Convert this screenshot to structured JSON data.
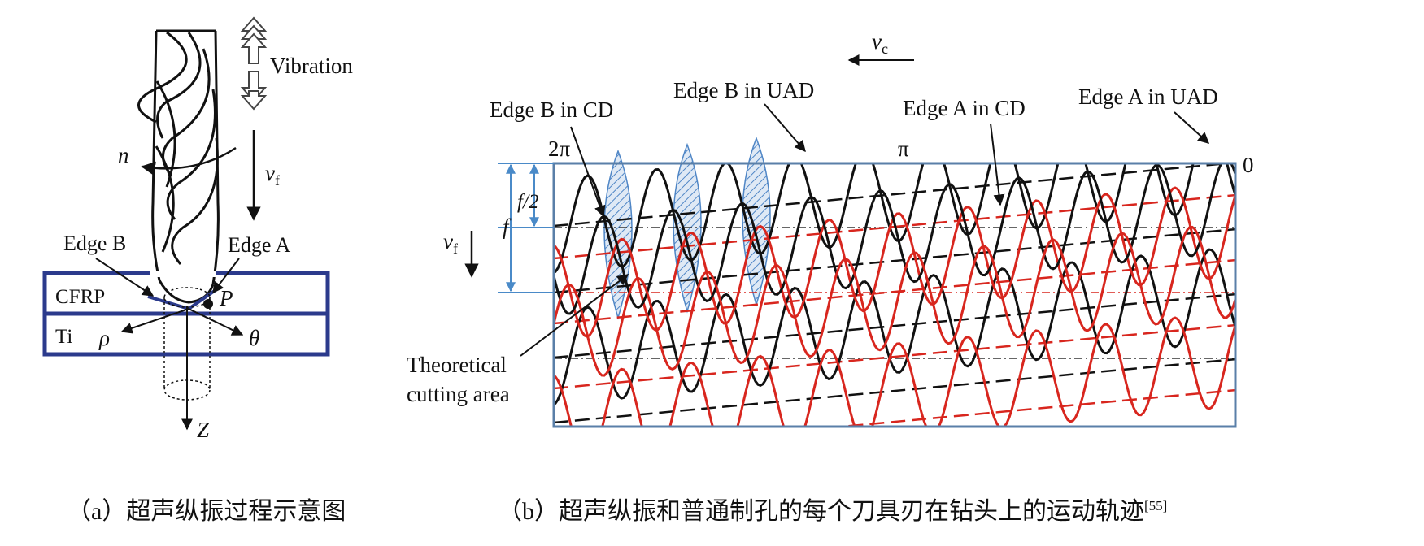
{
  "panel_a": {
    "vibration": "Vibration",
    "vf": "v",
    "vf_sub": "f",
    "n": "n",
    "edge_b": "Edge B",
    "edge_a": "Edge A",
    "cfrp": "CFRP",
    "ti": "Ti",
    "p": "P",
    "rho": "ρ",
    "theta": "θ",
    "z": "Z",
    "caption": "（a）超声纵振过程示意图"
  },
  "panel_b": {
    "vc": "v",
    "vc_sub": "c",
    "vf": "v",
    "vf_sub": "f",
    "edge_b_cd": "Edge B in CD",
    "edge_b_uad": "Edge B in UAD",
    "edge_a_cd": "Edge A in CD",
    "edge_a_uad": "Edge A in UAD",
    "two_pi": "2π",
    "pi": "π",
    "zero": "0",
    "f_half": "f/2",
    "f": "f",
    "theoretical": "Theoretical",
    "cutting_area": "cutting area",
    "caption_main": "（b）超声纵振和普通制孔的每个刀具刃在钻头上的运动轨迹",
    "caption_ref": "[55]"
  },
  "colors": {
    "frame": "#2b3a8c",
    "box": "#5a7fa8",
    "edge_a": "#d8261e",
    "edge_b": "#111111",
    "hatch": "#4f86c6",
    "dim": "#4a8ac8"
  }
}
